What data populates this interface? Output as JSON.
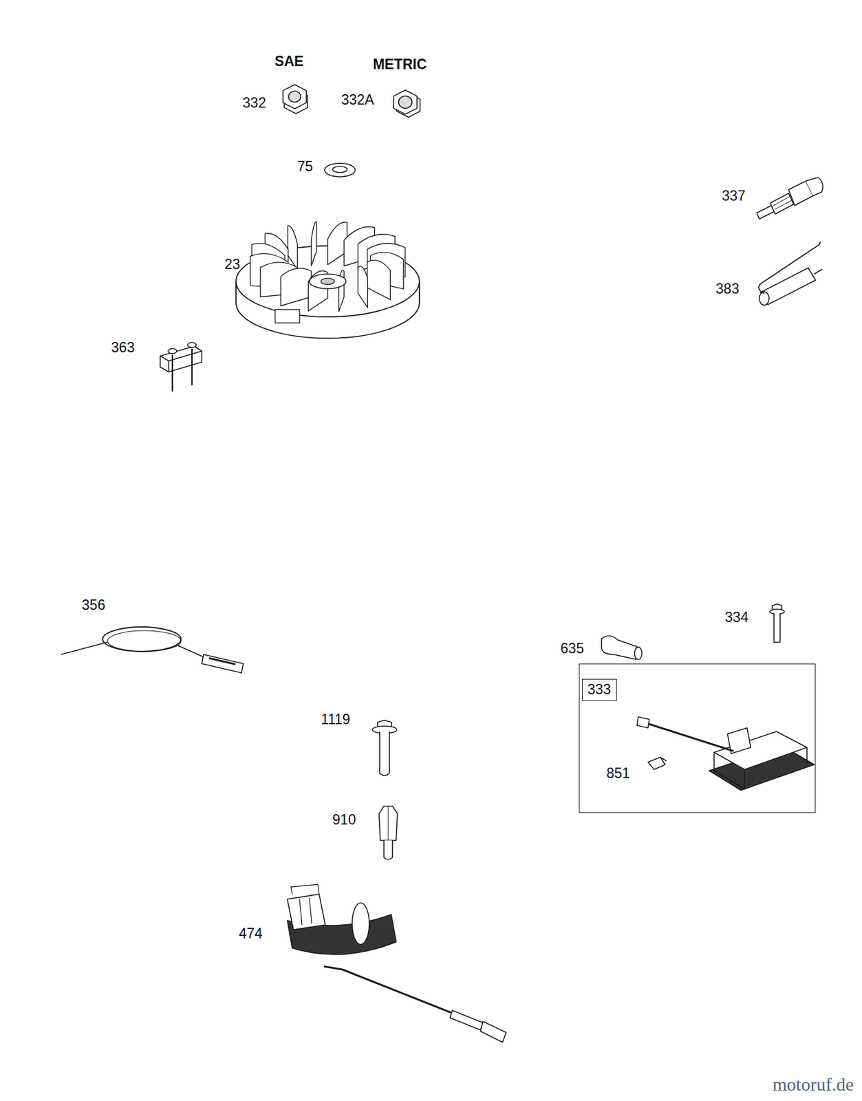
{
  "diagram": {
    "nodes": [
      {
        "text": [
          "851"
        ]
      },
      {
        "text": [
          "333"
        ],
        "in": 0
      }
    ],
    "labels": [
      "SAE",
      "METRIC",
      "332",
      "332A",
      "75",
      "23",
      "363",
      "337",
      "383",
      "356",
      "334",
      "635",
      "1119",
      "910",
      "474",
      "motoruf.de"
    ]
  }
}
